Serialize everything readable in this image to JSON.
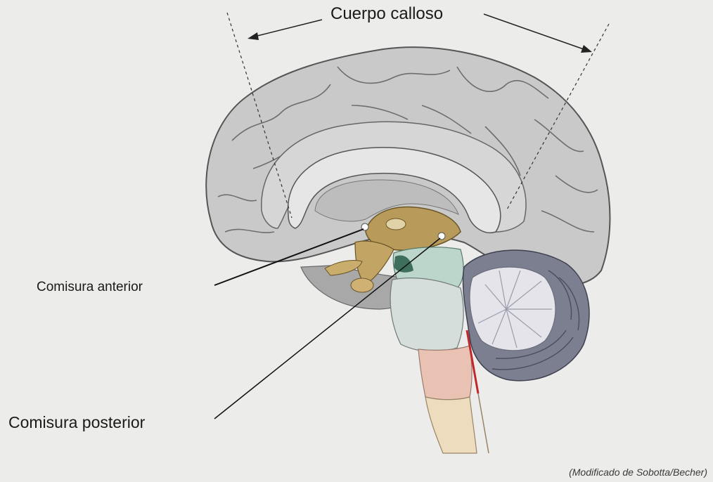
{
  "labels": {
    "corpus_callosum": "Cuerpo calloso",
    "anterior_commissure": "Comisura anterior",
    "posterior_commissure": "Comisura posterior"
  },
  "credit": "(Modificado de Sobotta/Becher)",
  "colors": {
    "background": "#ececea",
    "cortex": "#c8c8c8",
    "gyri_lines": "#6e6e6e",
    "corpus_callosum": "#e4e4e4",
    "thalamus": "#b89a5a",
    "brainstem_green": "#bcd6cb",
    "cerebellum": "#7c7f8f",
    "medulla_pink": "#e9c2b4",
    "spinal_cord": "#eedcbf"
  }
}
